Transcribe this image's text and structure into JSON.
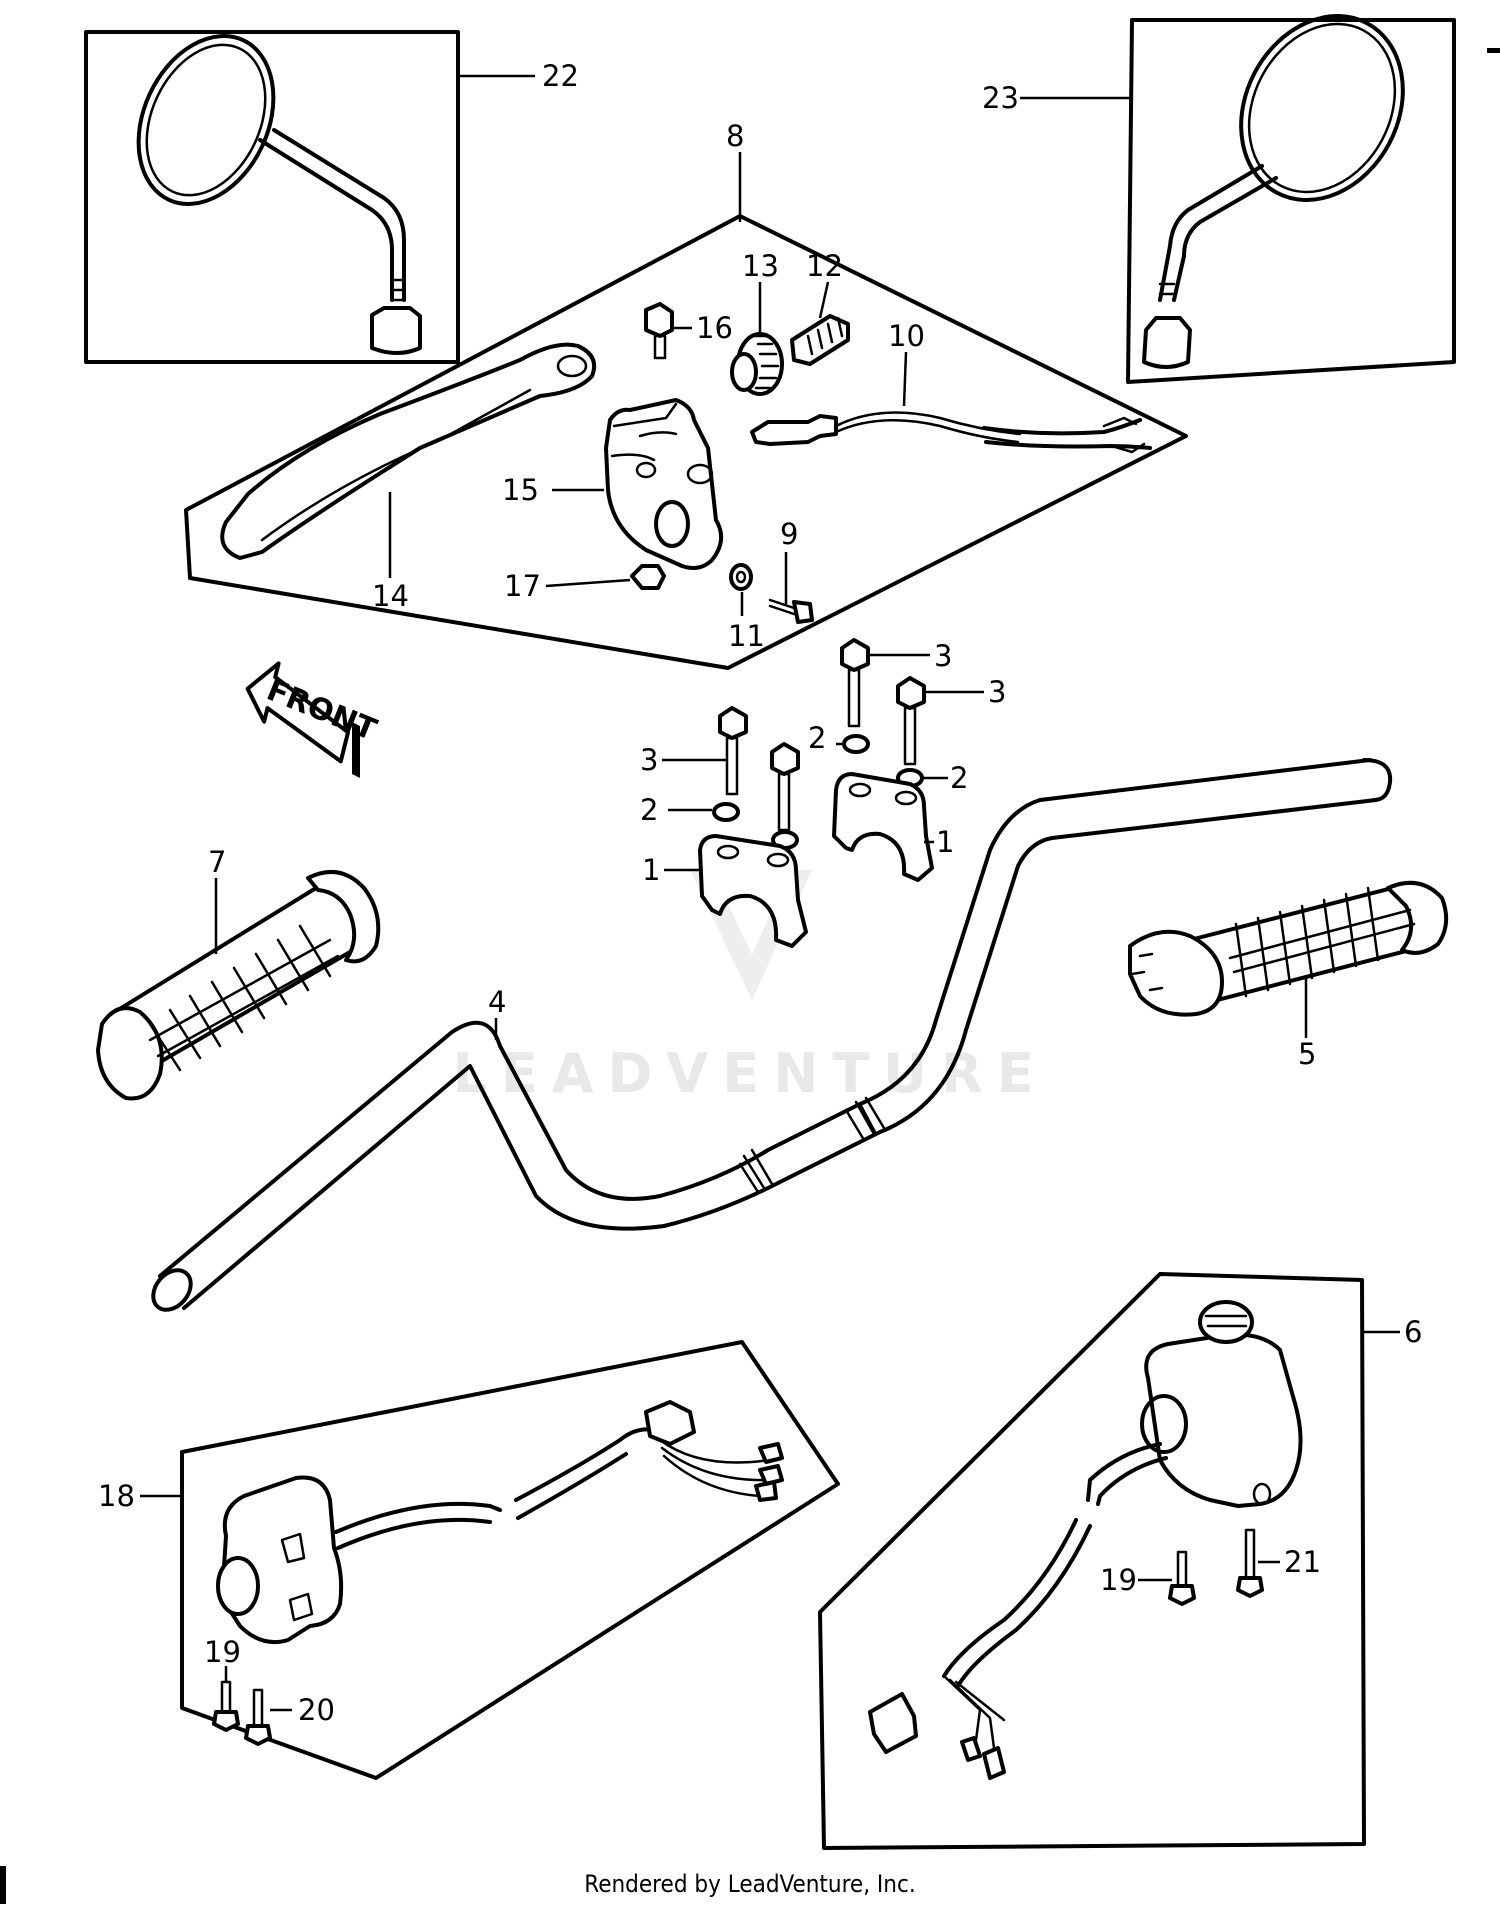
{
  "diagram": {
    "labels": {
      "p1": "1",
      "p2": "2",
      "p3": "3",
      "p4": "4",
      "p5": "5",
      "p6": "6",
      "p7": "7",
      "p8": "8",
      "p9": "9",
      "p10": "10",
      "p11": "11",
      "p12": "12",
      "p13": "13",
      "p14": "14",
      "p15": "15",
      "p16": "16",
      "p17": "17",
      "p18": "18",
      "p19": "19",
      "p20": "20",
      "p21": "21",
      "p22": "22",
      "p23": "23"
    },
    "front_arrow": "FRONT",
    "watermark": "LEADVENTURE"
  },
  "footer": "Rendered by LeadVenture, Inc."
}
